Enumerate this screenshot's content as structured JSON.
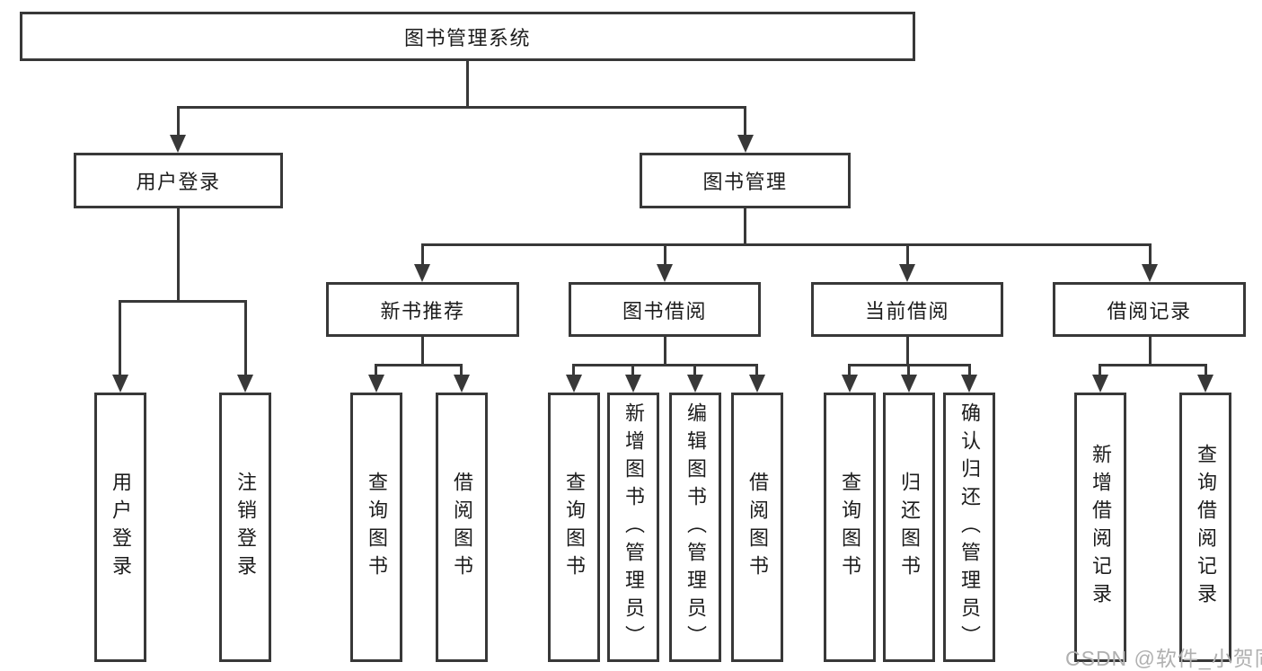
{
  "tree": {
    "root": {
      "label": "图书管理系统"
    },
    "children": [
      {
        "label": "用户登录",
        "children": [
          "用户登录",
          "注销登录"
        ]
      },
      {
        "label": "图书管理",
        "children": [
          {
            "label": "新书推荐",
            "children": [
              "查询图书",
              "借阅图书"
            ]
          },
          {
            "label": "图书借阅",
            "children": [
              "查询图书",
              "新增图书（管理员）",
              "编辑图书（管理员）",
              "借阅图书"
            ]
          },
          {
            "label": "当前借阅",
            "children": [
              "查询图书",
              "归还图书",
              "确认归还（管理员）"
            ]
          },
          {
            "label": "借阅记录",
            "children": [
              "新增借阅记录",
              "查询借阅记录"
            ]
          }
        ]
      }
    ]
  },
  "watermark": {
    "text": "CSDN @软件_小贺同学"
  },
  "colors": {
    "line": "#383838",
    "text": "#1c1c1c",
    "watermark": "#b0b0b0",
    "background": "#ffffff"
  }
}
